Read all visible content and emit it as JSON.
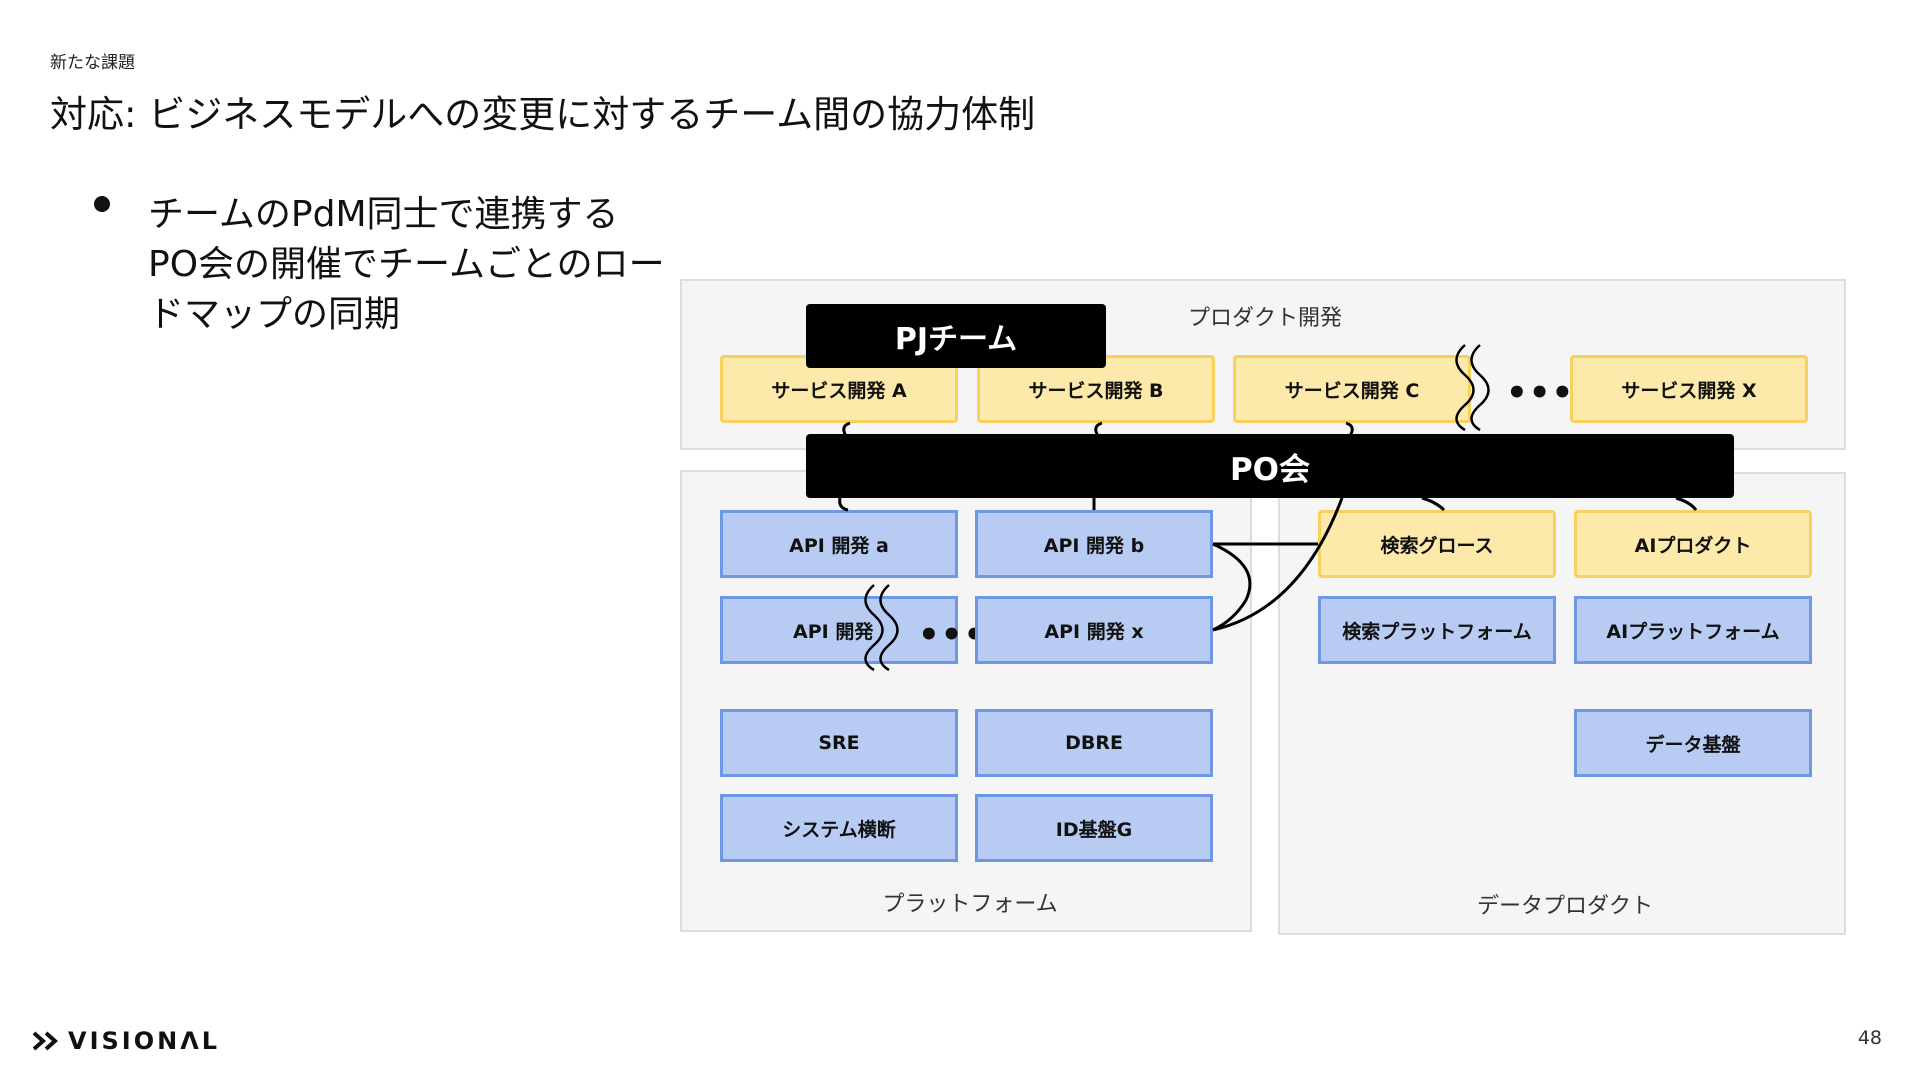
{
  "header": {
    "subtitle": "新たな課題",
    "title": "対応: ビジネスモデルへの変更に対するチーム間の協力体制"
  },
  "bullet": {
    "lines": [
      "チームのPdM同士で連携する",
      "PO会の開催でチームごとのロー",
      "ドマップの同期"
    ]
  },
  "diagram": {
    "panels": {
      "product_dev": "プロダクト開発",
      "platform": "プラットフォーム",
      "data_product": "データプロダクト"
    },
    "pj_team": "PJチーム",
    "po_meeting": "PO会",
    "service_teams": [
      "サービス開発 A",
      "サービス開発 B",
      "サービス開発 C",
      "サービス開発 X"
    ],
    "platform_teams": {
      "api_a": "API 開発  a",
      "api_b": "API 開発  b",
      "api_partial": "API 開発",
      "api_x": "API 開発  x",
      "sre": "SRE",
      "dbre": "DBRE",
      "system": "システム横断",
      "id": "ID基盤G"
    },
    "data_teams": {
      "search_growth": "検索グロース",
      "ai_product": "AIプロダクト",
      "search_platform": "検索プラットフォーム",
      "ai_platform": "AIプラットフォーム",
      "data_platform": "データ基盤"
    },
    "ellipsis": "•••"
  },
  "footer": {
    "logo": "VISIONΛL",
    "page": "48"
  },
  "colors": {
    "yellow_fill": "#fde9a9",
    "yellow_border": "#f6d15f",
    "blue_fill": "#b8ccf3",
    "blue_border": "#6e98e3",
    "panel_bg": "#f5f5f5"
  }
}
